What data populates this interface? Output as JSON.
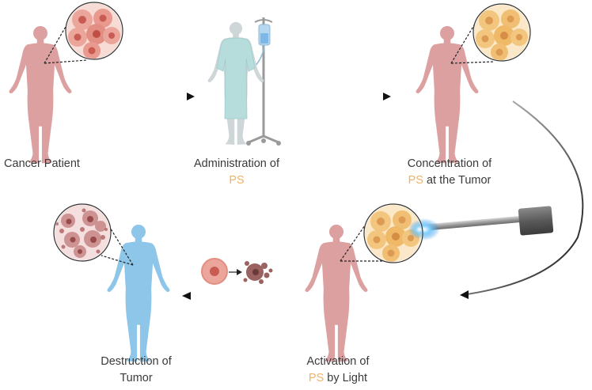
{
  "labels": {
    "cancer_patient": "Cancer Patient",
    "administration_pre": "Administration of",
    "administration_ps": "PS",
    "concentration_pre": "Concentration of",
    "concentration_ps": "PS",
    "concentration_post": " at the Tumor",
    "activation_pre": "Activation of",
    "activation_ps": "PS",
    "activation_post": " by Light",
    "destruction_line1": "Destruction of",
    "destruction_line2": "Tumor"
  },
  "colors": {
    "patient_pink": "#dca0a0",
    "patient_pink_dark": "#c98888",
    "treated_blue": "#8ec6ea",
    "gown": "#b7dcdc",
    "ps_highlight": "#f2b263",
    "cell_pink": "#e6968a",
    "cell_nucleus": "#c95c52",
    "cell_yellow": "#f3c680",
    "cell_yellow_nucleus": "#dd9a52",
    "dead_cell": "#9a6260",
    "light_beam": "#35a7ff",
    "arrow": "#222222"
  },
  "icons": {
    "patient": "human-figure-icon",
    "iv_drip": "iv-drip-icon",
    "light_source": "laser-light-icon",
    "cell": "cell-icon"
  }
}
